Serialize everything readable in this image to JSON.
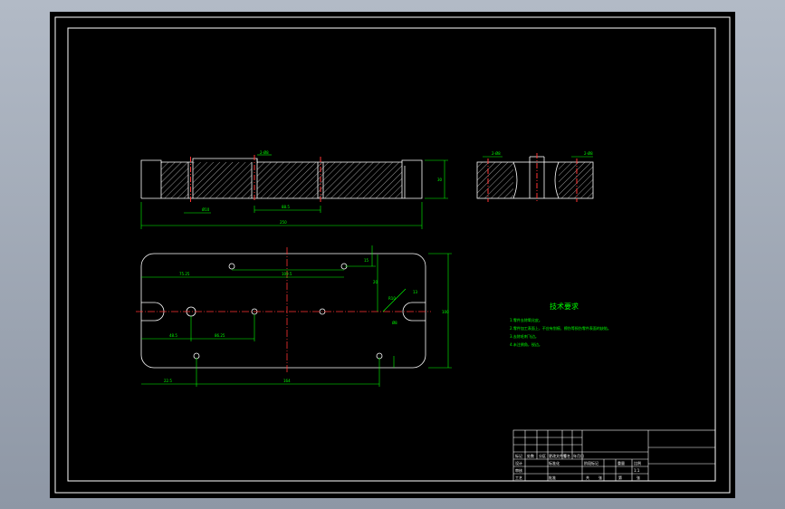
{
  "colors": {
    "background": "#000000",
    "frame": "#ffffff",
    "geometry": "#ffffff",
    "dimension": "#00ff00",
    "centerline": "#ff0000",
    "hatch": "#ffffff",
    "bore": "#ff3333",
    "window_bg": "#9aa3b0"
  },
  "drawing": {
    "section_view": {
      "dims": {
        "d_top_left": "2-Ø8",
        "d_pitch": "88.5",
        "d_left": "Ø10",
        "d_height": "30",
        "d_overall": "250"
      }
    },
    "side_view": {
      "dims": {
        "d_left": "2-Ø8",
        "d_right": "2-Ø8"
      }
    },
    "plan_view": {
      "dims": {
        "d_upper_left": "75.25",
        "d_upper_span": "109.5",
        "d_small_v": "15",
        "d_right_v1": "20",
        "d_right_r": "R10",
        "d_right_r2": "13",
        "d_mid_left": "48.5",
        "d_mid_span": "86.25",
        "d_slot_note": "Ø8",
        "d_bottom_left": "22.5",
        "d_bottom_span": "164",
        "d_height": "100"
      }
    },
    "tech_notes": {
      "heading": "技术要求",
      "lines": [
        "1.零件去除氧化皮。",
        "2.零件加工表面上，不应有划痕、擦伤等损伤零件表面的缺陷。",
        "3.去除毛刺飞边。",
        "4.未注倒角，锐边。"
      ]
    },
    "title_block": {
      "cells": [
        "标记",
        "处数",
        "分区",
        "更改文件号",
        "签名",
        "年月日",
        "设计",
        "标准化",
        "阶段标记",
        "重量",
        "比例",
        "审核",
        "工艺",
        "批准",
        "共",
        "张",
        "第",
        "张",
        "1:1"
      ]
    }
  }
}
